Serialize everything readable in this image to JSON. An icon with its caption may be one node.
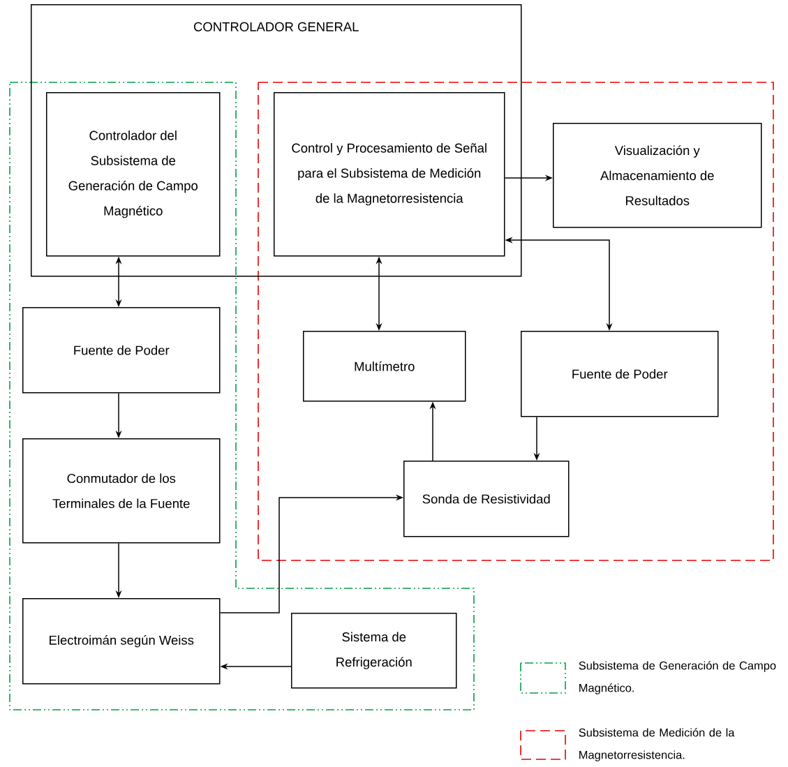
{
  "diagram": {
    "nodes": [
      {
        "text": [
          "CONTROLADOR GENERAL"
        ]
      },
      {
        "text": [
          "Controlador del Subsistema de Generación de Campo Magnético"
        ],
        "in": 0
      },
      {
        "text": [
          "Control y Procesamiento de Señal para el Subsistema de Medición de la Magnetorresistencia"
        ],
        "in": 0
      },
      {
        "text": [
          "Visualización y Almacenamiento de Resultados"
        ]
      },
      {
        "text": [
          "Fuente de Poder"
        ]
      },
      {
        "text": [
          "Multímetro"
        ]
      },
      {
        "text": [
          "Fuente de Poder"
        ]
      },
      {
        "text": [
          "Conmutador de los Terminales de la Fuente"
        ]
      },
      {
        "text": [
          "Sonda de Resistividad"
        ]
      },
      {
        "text": [
          "Electroimán según Weiss"
        ]
      },
      {
        "text": [
          "Sistema de Refrigeración"
        ]
      }
    ],
    "edges": [
      {
        "from": 1,
        "to": 4,
        "arrow": "both"
      },
      {
        "from": 2,
        "to": 5,
        "arrow": "both"
      },
      {
        "from": 2,
        "to": 6,
        "arrow": "both"
      },
      {
        "from": 2,
        "to": 3,
        "arrow": "to"
      },
      {
        "from": 4,
        "to": 7,
        "arrow": "to"
      },
      {
        "from": 7,
        "to": 9,
        "arrow": "to"
      },
      {
        "from": 8,
        "to": 5,
        "arrow": "to"
      },
      {
        "from": 6,
        "to": 8,
        "arrow": "to"
      },
      {
        "from": 9,
        "to": 8,
        "arrow": "to"
      },
      {
        "from": 10,
        "to": 9,
        "arrow": "to"
      }
    ],
    "legend": [
      {
        "text": "Subsistema de Generación de Campo Magnético."
      },
      {
        "text": "Subsistema de Medición de la Magnetorresistencia."
      }
    ]
  }
}
